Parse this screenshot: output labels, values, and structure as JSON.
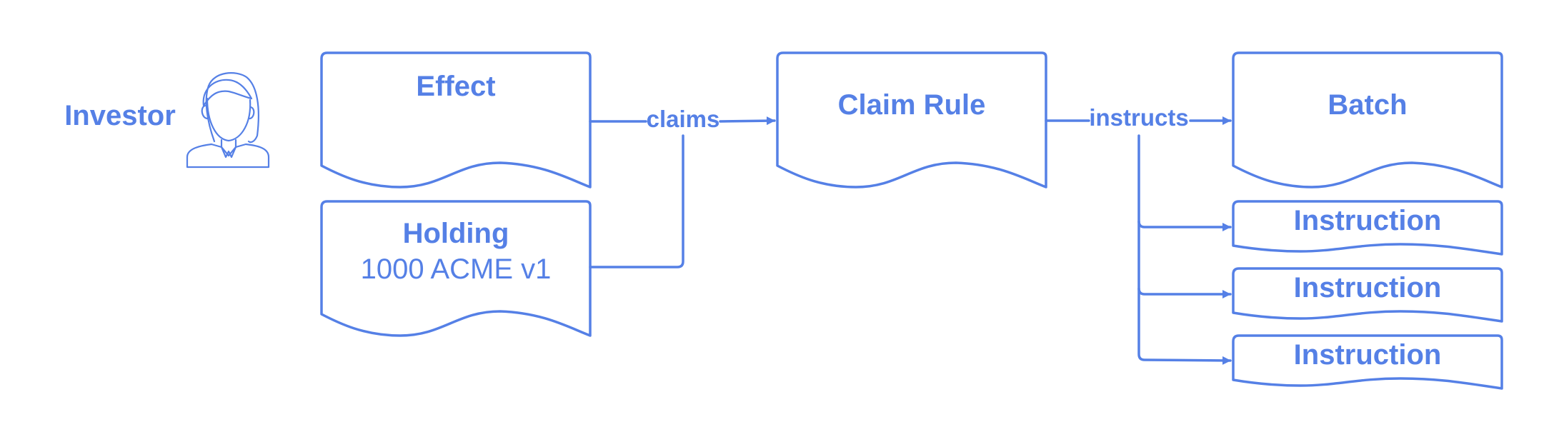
{
  "color": "#5580E6",
  "actor": {
    "label": "Investor",
    "icon": "person-icon"
  },
  "documents": {
    "effect": {
      "title": "Effect"
    },
    "holding": {
      "title": "Holding",
      "subtitle": "1000 ACME v1"
    },
    "claim_rule": {
      "title": "Claim Rule"
    },
    "batch": {
      "title": "Batch"
    },
    "instructions": [
      {
        "title": "Instruction"
      },
      {
        "title": "Instruction"
      },
      {
        "title": "Instruction"
      }
    ]
  },
  "edges": {
    "claims": "claims",
    "instructs": "instructs"
  }
}
